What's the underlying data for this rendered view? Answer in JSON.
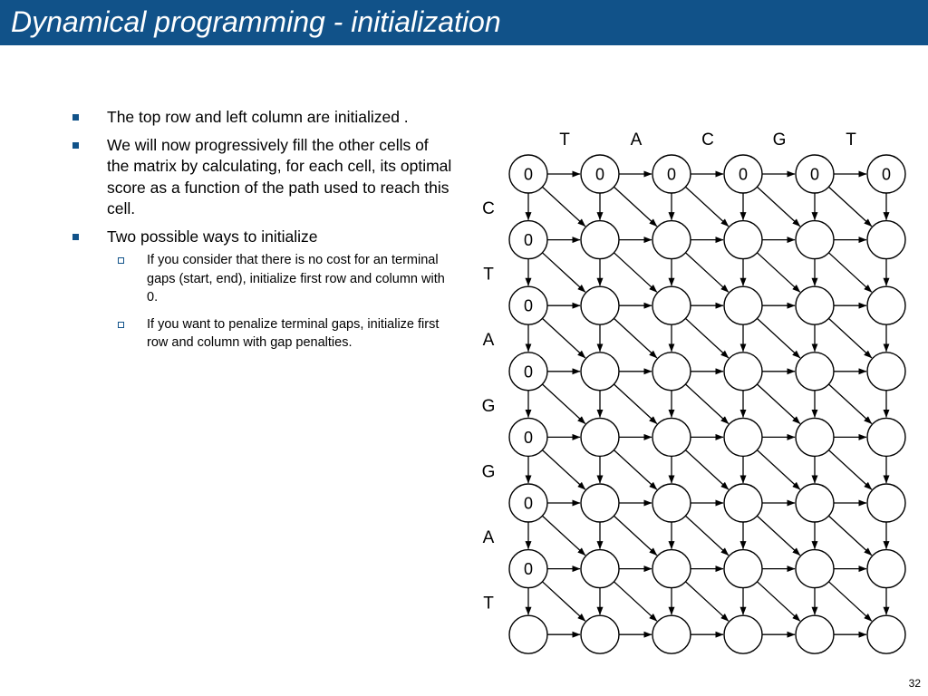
{
  "slide": {
    "title": "Dynamical programming - initialization",
    "bullets": [
      {
        "text": "The top row and left column are initialized ."
      },
      {
        "text": "We will now progressively fill the other cells of the matrix by calculating, for each cell, its optimal score as a function of the path used to reach this cell."
      },
      {
        "text": "Two possible ways to initialize",
        "sub_bullets": [
          "If you consider that there is no cost for an terminal gaps (start, end), initialize first row and column with 0.",
          " If you want to penalize terminal gaps, initialize first row and column with gap penalties."
        ]
      }
    ],
    "page_number": "32"
  },
  "matrix": {
    "top_sequence": [
      "T",
      "A",
      "C",
      "G",
      "T"
    ],
    "left_sequence": [
      "C",
      "T",
      "A",
      "G",
      "G",
      "A",
      "T"
    ],
    "first_row": [
      "0",
      "0",
      "0",
      "0",
      "0",
      "0"
    ],
    "first_column": [
      "0",
      "0",
      "0",
      "0",
      "0",
      "0",
      "0"
    ]
  }
}
